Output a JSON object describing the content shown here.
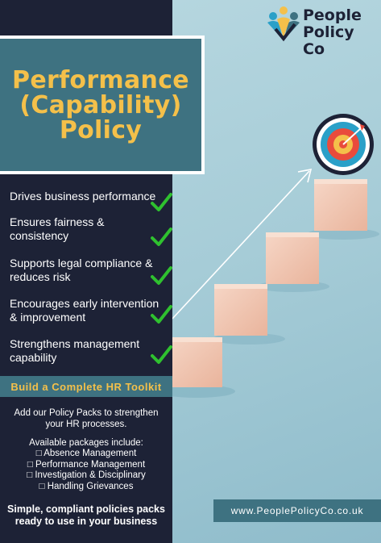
{
  "brand": {
    "logo_line1": "People",
    "logo_line2": "Policy Co",
    "colors": {
      "navy": "#1d2236",
      "teal": "#3e7281",
      "gold": "#f4c04a",
      "green": "#2fc12f"
    }
  },
  "title": {
    "line1": "Performance",
    "line2": "(Capability)",
    "line3": "Policy"
  },
  "benefits": [
    "Drives business performance",
    "Ensures fairness & consistency",
    "Supports legal compliance & reduces risk",
    "Encourages early intervention & improvement",
    "Strengthens management capability"
  ],
  "check_icon": "green-check-icon",
  "toolkit_heading": "Build a Complete HR Toolkit",
  "add_text": "Add our Policy Packs to strengthen your HR processes.",
  "packages_intro": "Available packages include:",
  "packages": [
    "□ Absence Management",
    "□ Performance Management",
    "□ Investigation & Disciplinary",
    "□ Handling Grievances"
  ],
  "closing": "Simple, compliant policies packs ready to use in your business",
  "website": "www.PeoplePolicyCo.co.uk"
}
